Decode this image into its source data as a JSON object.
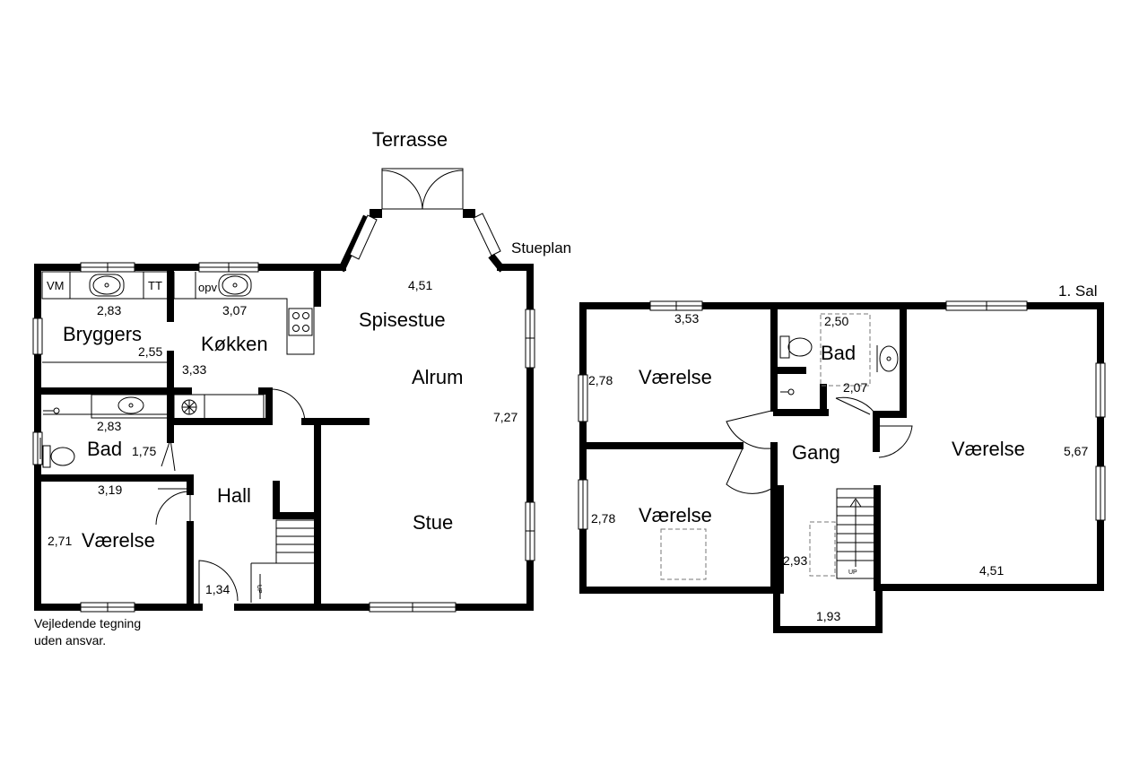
{
  "floors": {
    "ground_label": "Stueplan",
    "upper_label": "1. Sal"
  },
  "outside": {
    "terrace": "Terrasse"
  },
  "ground_rooms": {
    "bryggers": "Bryggers",
    "kokken": "Køkken",
    "spisestue": "Spisestue",
    "alrum": "Alrum",
    "stue": "Stue",
    "bad": "Bad",
    "hall": "Hall",
    "vaerelse": "Værelse"
  },
  "ground_dims": {
    "bryggers_w": "2,83",
    "bryggers_h": "2,55",
    "kokken_w": "3,07",
    "kokken_h": "3,33",
    "spisestue_w": "4,51",
    "stue_h": "7,27",
    "bad_w": "2,83",
    "bad_h": "1,75",
    "vaerelse_w": "3,19",
    "vaerelse_h": "2,71",
    "entry_w": "1,34"
  },
  "ground_fixtures": {
    "vm": "VM",
    "tt": "TT",
    "opv": "opv",
    "up": "UP"
  },
  "upper_rooms": {
    "vaerelse_nw": "Værelse",
    "vaerelse_sw": "Værelse",
    "bad": "Bad",
    "gang": "Gang",
    "vaerelse_e": "Værelse"
  },
  "upper_dims": {
    "vaerelse_nw_w": "3,53",
    "vaerelse_nw_h": "2,78",
    "vaerelse_sw_h": "2,78",
    "bad_w": "2,50",
    "bad_h": "2,07",
    "vaerelse_e_h": "5,67",
    "vaerelse_e_w": "4,51",
    "stair_h": "2,93",
    "stair_w": "1,93"
  },
  "upper_fixtures": {
    "up": "UP"
  },
  "disclaimer": {
    "line1": "Vejledende tegning",
    "line2": "uden ansvar."
  }
}
